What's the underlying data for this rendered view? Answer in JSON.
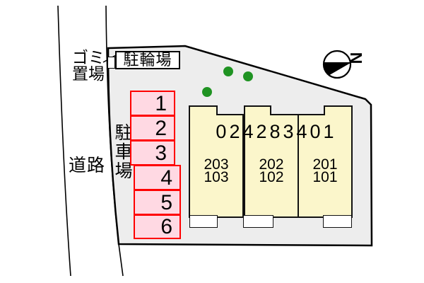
{
  "road": {
    "label": "道路"
  },
  "garbage": {
    "line1": "ゴミ",
    "line2": "置場"
  },
  "bicycle": {
    "label": "駐輪場"
  },
  "parking": {
    "label": "駐車場",
    "spaces": [
      "1",
      "2",
      "3",
      "4",
      "5",
      "6"
    ]
  },
  "building": {
    "id": "024283401",
    "units": [
      {
        "upper": "203",
        "lower": "103"
      },
      {
        "upper": "202",
        "lower": "102"
      },
      {
        "upper": "201",
        "lower": "101"
      }
    ]
  },
  "compass": {
    "label": "N",
    "direction": "right"
  },
  "icons": {
    "trees": "tree-icon",
    "compass": "compass-north-icon"
  },
  "colors": {
    "site_fill": "#ededed",
    "building_fill": "#fbf6cb",
    "parking_fill": "#ffd9e3",
    "parking_border": "#ff0000",
    "tree_green": "#1f9322",
    "outline": "#000000",
    "box_fill": "#ffffff"
  }
}
